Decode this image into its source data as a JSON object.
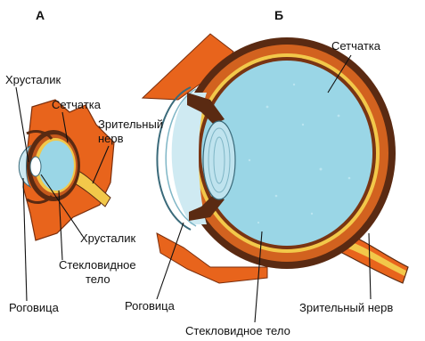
{
  "panels": {
    "a": {
      "letter": "А"
    },
    "b": {
      "letter": "Б"
    }
  },
  "labels_a": {
    "lens": "Хрусталик",
    "retina": "Сетчатка",
    "optic_nerve_line1": "Зрительный",
    "optic_nerve_line2": "нерв",
    "lens_lower": "Хрусталик",
    "vitreous_line1": "Стекловидное",
    "vitreous_line2": "тело",
    "cornea": "Роговица"
  },
  "labels_b": {
    "retina": "Сетчатка",
    "cornea": "Роговица",
    "vitreous": "Стекловидное тело",
    "optic_nerve": "Зрительный нерв"
  },
  "colors": {
    "orbit": "#e8641c",
    "sclera_brown": "#5a2a12",
    "choroid": "#c4581c",
    "retina_yellow": "#f2c84a",
    "vitreous": "#9ad6e6",
    "cornea": "#cfeaf2",
    "lens": "#bfe3ee"
  }
}
